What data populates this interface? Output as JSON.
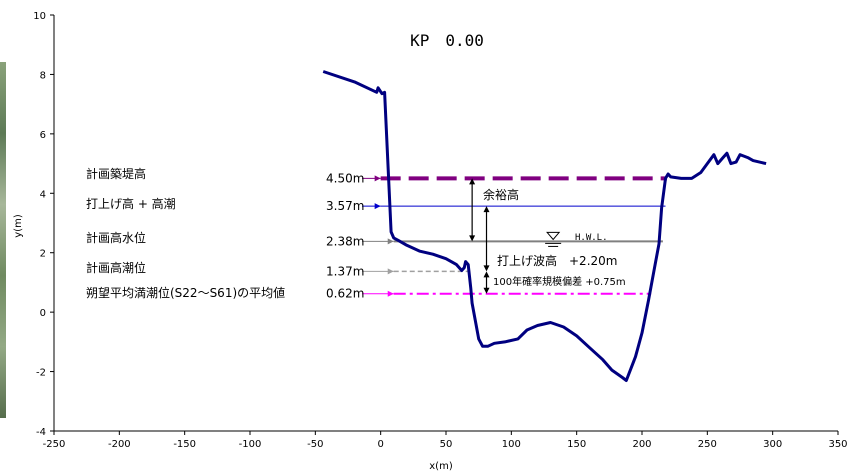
{
  "chart_data": {
    "type": "line",
    "title": "KP　0.00",
    "xlabel": "x(m)",
    "ylabel": "y(m)",
    "xlim": [
      -250,
      350
    ],
    "ylim": [
      -4,
      10
    ],
    "x_ticks": [
      -250,
      -200,
      -150,
      -100,
      -50,
      0,
      50,
      100,
      150,
      200,
      250,
      300,
      350
    ],
    "y_ticks": [
      -4,
      -2,
      0,
      2,
      4,
      6,
      8,
      10
    ],
    "x_tick_labels": [
      "-250",
      "-200",
      "-150",
      "-100",
      "-50",
      "0",
      "50",
      "100",
      "150",
      "200",
      "250",
      "300",
      "350"
    ],
    "y_tick_labels": [
      "-4",
      "-2",
      "0",
      "2",
      "4",
      "6",
      "8",
      "10"
    ],
    "grid": false,
    "series": [
      {
        "color": "#000080",
        "points": [
          [
            -44,
            8.1
          ],
          [
            -20,
            7.75
          ],
          [
            -3,
            7.4
          ],
          [
            -2,
            7.55
          ],
          [
            1,
            7.35
          ],
          [
            3,
            7.4
          ],
          [
            8,
            2.7
          ],
          [
            10,
            2.5
          ],
          [
            14,
            2.4
          ],
          [
            20,
            2.25
          ],
          [
            30,
            2.05
          ],
          [
            40,
            1.95
          ],
          [
            50,
            1.8
          ],
          [
            58,
            1.6
          ],
          [
            62,
            1.4
          ],
          [
            64,
            1.5
          ],
          [
            65,
            1.7
          ],
          [
            67,
            1.6
          ],
          [
            69,
            0.8
          ],
          [
            70,
            0.3
          ],
          [
            75,
            -0.9
          ],
          [
            78,
            -1.15
          ],
          [
            82,
            -1.15
          ],
          [
            87,
            -1.05
          ],
          [
            95,
            -1.0
          ],
          [
            105,
            -0.9
          ],
          [
            112,
            -0.6
          ],
          [
            120,
            -0.45
          ],
          [
            130,
            -0.35
          ],
          [
            140,
            -0.5
          ],
          [
            150,
            -0.8
          ],
          [
            160,
            -1.2
          ],
          [
            170,
            -1.6
          ],
          [
            177,
            -1.95
          ],
          [
            185,
            -2.2
          ],
          [
            188,
            -2.3
          ],
          [
            195,
            -1.5
          ],
          [
            200,
            -0.7
          ],
          [
            205,
            0.4
          ],
          [
            210,
            1.6
          ],
          [
            213,
            2.3
          ],
          [
            215,
            3.5
          ],
          [
            218,
            4.5
          ],
          [
            220,
            4.65
          ],
          [
            222,
            4.55
          ],
          [
            230,
            4.5
          ],
          [
            238,
            4.5
          ],
          [
            245,
            4.7
          ],
          [
            250,
            5.0
          ],
          [
            255,
            5.3
          ],
          [
            258,
            5.0
          ],
          [
            262,
            5.2
          ],
          [
            265,
            5.35
          ],
          [
            268,
            5.0
          ],
          [
            272,
            5.05
          ],
          [
            275,
            5.3
          ],
          [
            278,
            5.25
          ],
          [
            281,
            5.2
          ],
          [
            285,
            5.1
          ],
          [
            295,
            5.0
          ]
        ]
      }
    ],
    "levels": [
      {
        "label": "計画築堤高",
        "value": 4.5,
        "value_label": "4.50m",
        "color": "#800080",
        "style": "dashed-thick",
        "x_start": 0,
        "x_end": 219
      },
      {
        "label": "打上げ高 + 高潮",
        "value": 3.57,
        "value_label": "3.57m",
        "color": "#0000cc",
        "style": "solid-thin",
        "x_start": 0,
        "x_end": 218
      },
      {
        "label": "計画高水位",
        "value": 2.38,
        "value_label": "2.38m",
        "color": "#808080",
        "style": "solid",
        "x_start": 10,
        "x_end": 216
      },
      {
        "label": "計画高潮位",
        "value": 1.37,
        "value_label": "1.37m",
        "color": "#a0a0a0",
        "style": "dashed",
        "x_start": 10,
        "x_end": 67
      },
      {
        "label": "朔望平均満潮位(S22～S61)の平均値",
        "value": 0.62,
        "value_label": "0.62m",
        "color": "#ff00ff",
        "style": "dashdot",
        "x_start": 10,
        "x_end": 207
      }
    ],
    "annotations": {
      "yoyu": "余裕高",
      "uchiage": "打上げ波高　+2.20m",
      "hensa": "100年確率規模偏差 +0.75m",
      "hwl": "H.W.L."
    }
  }
}
